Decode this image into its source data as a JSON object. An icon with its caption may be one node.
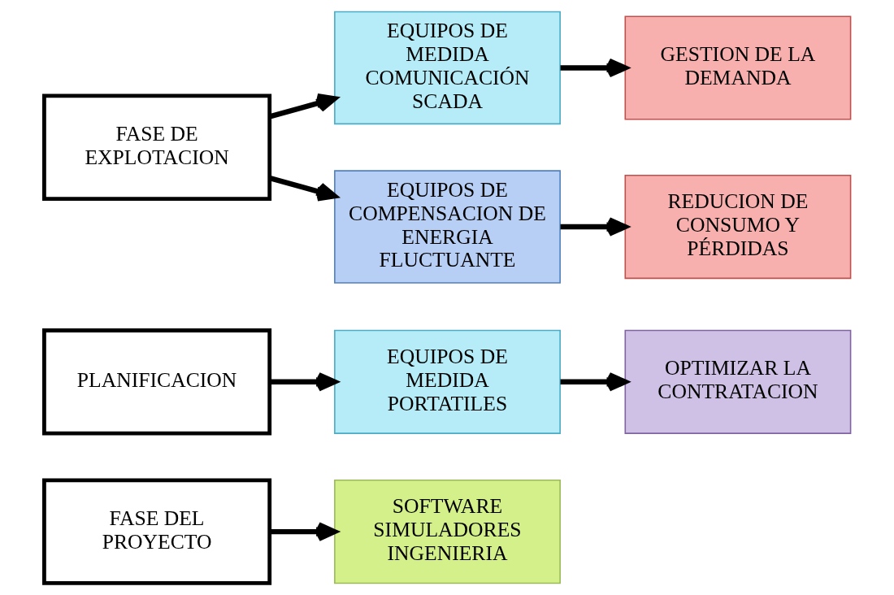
{
  "diagram": {
    "nodes": [
      {
        "text": [
          "FASE DEL PROYECTO"
        ]
      },
      {
        "text": [
          "SOFTWARE SIMULADORES INGENIERIA"
        ]
      },
      {
        "text": [
          "PLANIFICACION"
        ]
      },
      {
        "text": [
          "EQUIPOS DE MEDIDA PORTATILES"
        ]
      },
      {
        "text": [
          "OPTIMIZAR LA CONTRATACION"
        ]
      },
      {
        "text": [
          "FASE DE EXPLOTACION"
        ]
      },
      {
        "text": [
          "EQUIPOS DE MEDIDA COMUNICACIÓN SCADA"
        ]
      },
      {
        "text": [
          "GESTION DE LA DEMANDA"
        ]
      },
      {
        "text": [
          "EQUIPOS DE COMPENSACION DE ENERGIA FLUCTUANTE"
        ]
      },
      {
        "text": [
          "REDUCION DE CONSUMO Y PÉRDIDAS"
        ]
      }
    ],
    "edges": [
      {
        "from": 0,
        "to": 1,
        "arrow": "to"
      },
      {
        "from": 2,
        "to": 3,
        "arrow": "to"
      },
      {
        "from": 3,
        "to": 4,
        "arrow": "to"
      },
      {
        "from": 5,
        "to": 6,
        "arrow": "to"
      },
      {
        "from": 5,
        "to": 8,
        "arrow": "to"
      },
      {
        "from": 6,
        "to": 7,
        "arrow": "to"
      },
      {
        "from": 8,
        "to": 9,
        "arrow": "to"
      }
    ]
  }
}
